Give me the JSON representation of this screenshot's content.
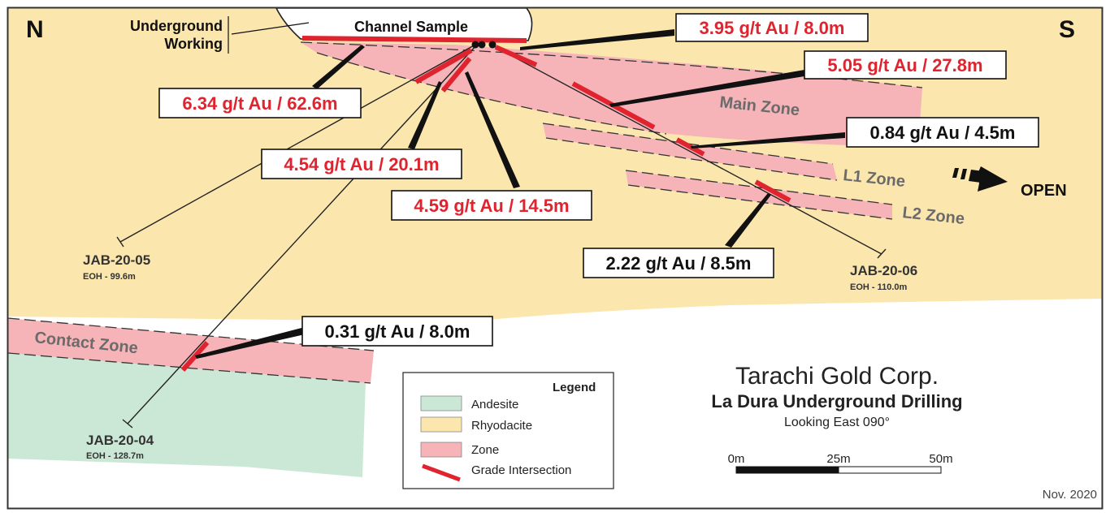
{
  "compass": {
    "north": "N",
    "south": "S"
  },
  "underground": {
    "line1": "Underground",
    "line2": "Working"
  },
  "channel_sample": "Channel Sample",
  "intercepts": {
    "i1": "3.95 g/t Au / 8.0m",
    "i2": "5.05 g/t Au / 27.8m",
    "i3": "6.34 g/t Au / 62.6m",
    "i4": "0.84 g/t Au / 4.5m",
    "i5": "4.54 g/t Au / 20.1m",
    "i6": "4.59 g/t Au / 14.5m",
    "i7": "2.22 g/t Au / 8.5m",
    "i8": "0.31 g/t Au / 8.0m"
  },
  "zones": {
    "main": "Main Zone",
    "l1": "L1 Zone",
    "l2": "L2 Zone",
    "contact": "Contact Zone"
  },
  "open_label": "OPEN",
  "holes": {
    "h05": {
      "name": "JAB-20-05",
      "eoh": "EOH - 99.6m"
    },
    "h06": {
      "name": "JAB-20-06",
      "eoh": "EOH - 110.0m"
    },
    "h04": {
      "name": "JAB-20-04",
      "eoh": "EOH - 128.7m"
    }
  },
  "legend": {
    "title": "Legend",
    "items": [
      "Andesite",
      "Rhyodacite",
      "Zone",
      "Grade Intersection"
    ]
  },
  "title_block": {
    "company": "Tarachi Gold Corp.",
    "project": "La Dura Underground Drilling",
    "view": "Looking East 090°"
  },
  "scale": {
    "t0": "0m",
    "t1": "25m",
    "t2": "50m"
  },
  "date": "Nov. 2020",
  "colors": {
    "rhyodacite": "#fbe6ae",
    "andesite": "#cbe8d6",
    "zone": "#f6b4b8",
    "grade": "#e0242f"
  }
}
